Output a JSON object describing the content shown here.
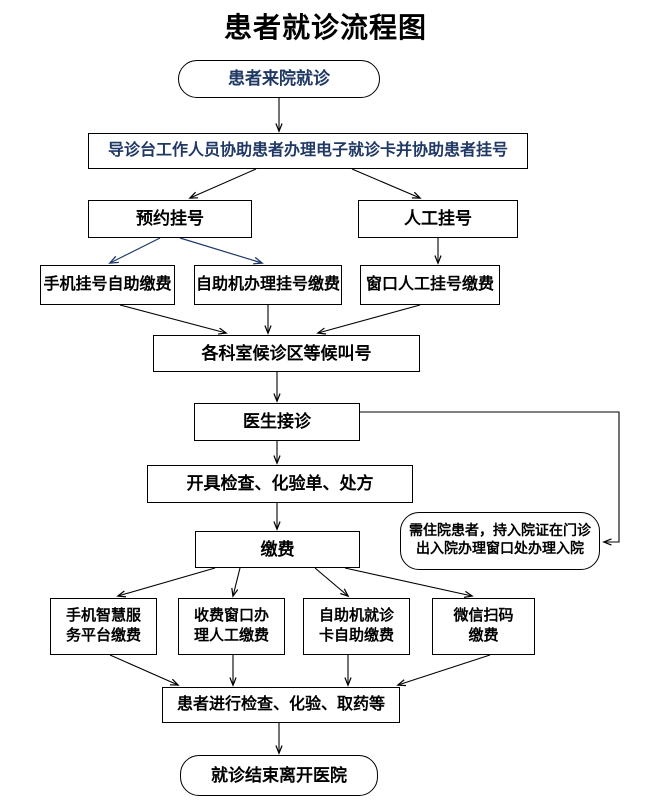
{
  "title": "患者就诊流程图",
  "colors": {
    "navy_text": "#1F3864",
    "black_text": "#000000",
    "box_border": "#000000",
    "blue_arrow": "#21386B",
    "black_arrow": "#000000",
    "background": "#FFFFFF"
  },
  "chart_data": {
    "type": "diagram",
    "title": "患者就诊流程图",
    "nodes": [
      {
        "id": "n1",
        "label": "患者来院就诊",
        "shape": "rounded-rect",
        "text_color": "#1F3864"
      },
      {
        "id": "n2",
        "label": "导诊台工作人员协助患者办理电子就诊卡并协助患者挂号",
        "shape": "rect",
        "text_color": "#1F3864"
      },
      {
        "id": "n3",
        "label": "预约挂号",
        "shape": "rect",
        "text_color": "#000000"
      },
      {
        "id": "n4",
        "label": "人工挂号",
        "shape": "rect",
        "text_color": "#000000"
      },
      {
        "id": "n5",
        "label": "手机挂号自助缴费",
        "shape": "rect",
        "text_color": "#000000"
      },
      {
        "id": "n6",
        "label": "自助机办理挂号缴费",
        "shape": "rect",
        "text_color": "#000000"
      },
      {
        "id": "n7",
        "label": "窗口人工挂号缴费",
        "shape": "rect",
        "text_color": "#000000"
      },
      {
        "id": "n8",
        "label": "各科室候诊区等候叫号",
        "shape": "rect",
        "text_color": "#000000"
      },
      {
        "id": "n9",
        "label": "医生接诊",
        "shape": "rect",
        "text_color": "#000000"
      },
      {
        "id": "n10",
        "label": "开具检查、化验单、处方",
        "shape": "rect",
        "text_color": "#000000"
      },
      {
        "id": "n11",
        "label": "缴费",
        "shape": "rect",
        "text_color": "#000000"
      },
      {
        "id": "n12",
        "label": "需住院患者，持入院证在门诊出入院办理窗口处办理入院",
        "shape": "rounded-rect",
        "text_color": "#000000"
      },
      {
        "id": "n13",
        "label": "手机智慧服务平台缴费",
        "shape": "rect",
        "text_color": "#000000"
      },
      {
        "id": "n14",
        "label": "收费窗口办理人工缴费",
        "shape": "rect",
        "text_color": "#000000"
      },
      {
        "id": "n15",
        "label": "自助机就诊卡自助缴费",
        "shape": "rect",
        "text_color": "#000000"
      },
      {
        "id": "n16",
        "label": "微信扫码缴费",
        "shape": "rect",
        "text_color": "#000000"
      },
      {
        "id": "n17",
        "label": "患者进行检查、化验、取药等",
        "shape": "rect",
        "text_color": "#000000"
      },
      {
        "id": "n18",
        "label": "就诊结束离开医院",
        "shape": "rounded-rect",
        "text_color": "#000000"
      }
    ],
    "edges": [
      {
        "from": "n1",
        "to": "n2",
        "color": "#000000"
      },
      {
        "from": "n2",
        "to": "n3",
        "color": "#000000"
      },
      {
        "from": "n2",
        "to": "n4",
        "color": "#000000"
      },
      {
        "from": "n3",
        "to": "n5",
        "color": "#21386B"
      },
      {
        "from": "n3",
        "to": "n6",
        "color": "#21386B"
      },
      {
        "from": "n4",
        "to": "n7",
        "color": "#000000"
      },
      {
        "from": "n5",
        "to": "n8",
        "color": "#000000"
      },
      {
        "from": "n6",
        "to": "n8",
        "color": "#000000"
      },
      {
        "from": "n7",
        "to": "n8",
        "color": "#000000"
      },
      {
        "from": "n8",
        "to": "n9",
        "color": "#000000"
      },
      {
        "from": "n9",
        "to": "n10",
        "color": "#000000"
      },
      {
        "from": "n9",
        "to": "n12",
        "color": "#000000"
      },
      {
        "from": "n10",
        "to": "n11",
        "color": "#000000"
      },
      {
        "from": "n11",
        "to": "n13",
        "color": "#000000"
      },
      {
        "from": "n11",
        "to": "n14",
        "color": "#000000"
      },
      {
        "from": "n11",
        "to": "n15",
        "color": "#000000"
      },
      {
        "from": "n11",
        "to": "n16",
        "color": "#000000"
      },
      {
        "from": "n13",
        "to": "n17",
        "color": "#000000"
      },
      {
        "from": "n14",
        "to": "n17",
        "color": "#000000"
      },
      {
        "from": "n15",
        "to": "n17",
        "color": "#000000"
      },
      {
        "from": "n16",
        "to": "n17",
        "color": "#000000"
      },
      {
        "from": "n17",
        "to": "n18",
        "color": "#000000"
      }
    ]
  },
  "nodes": {
    "n1": {
      "label": "患者来院就诊"
    },
    "n2": {
      "label": "导诊台工作人员协助患者办理电子就诊卡并协助患者挂号"
    },
    "n3": {
      "label": "预约挂号"
    },
    "n4": {
      "label": "人工挂号"
    },
    "n5": {
      "label": "手机挂号自助缴费"
    },
    "n6": {
      "label": "自助机办理挂号缴费"
    },
    "n7": {
      "label": "窗口人工挂号缴费"
    },
    "n8": {
      "label": "各科室候诊区等候叫号"
    },
    "n9": {
      "label": "医生接诊"
    },
    "n10": {
      "label": "开具检查、化验单、处方"
    },
    "n11": {
      "label": "缴费"
    },
    "n12": {
      "line1": "需住院患者，持入院证在门诊",
      "line2": "出入院办理窗口处办理入院"
    },
    "n13": {
      "line1": "手机智慧服",
      "line2": "务平台缴费"
    },
    "n14": {
      "line1": "收费窗口办",
      "line2": "理人工缴费"
    },
    "n15": {
      "line1": "自助机就诊",
      "line2": "卡自助缴费"
    },
    "n16": {
      "line1": "微信扫码",
      "line2": "缴费"
    },
    "n17": {
      "label": "患者进行检查、化验、取药等"
    },
    "n18": {
      "label": "就诊结束离开医院"
    }
  }
}
